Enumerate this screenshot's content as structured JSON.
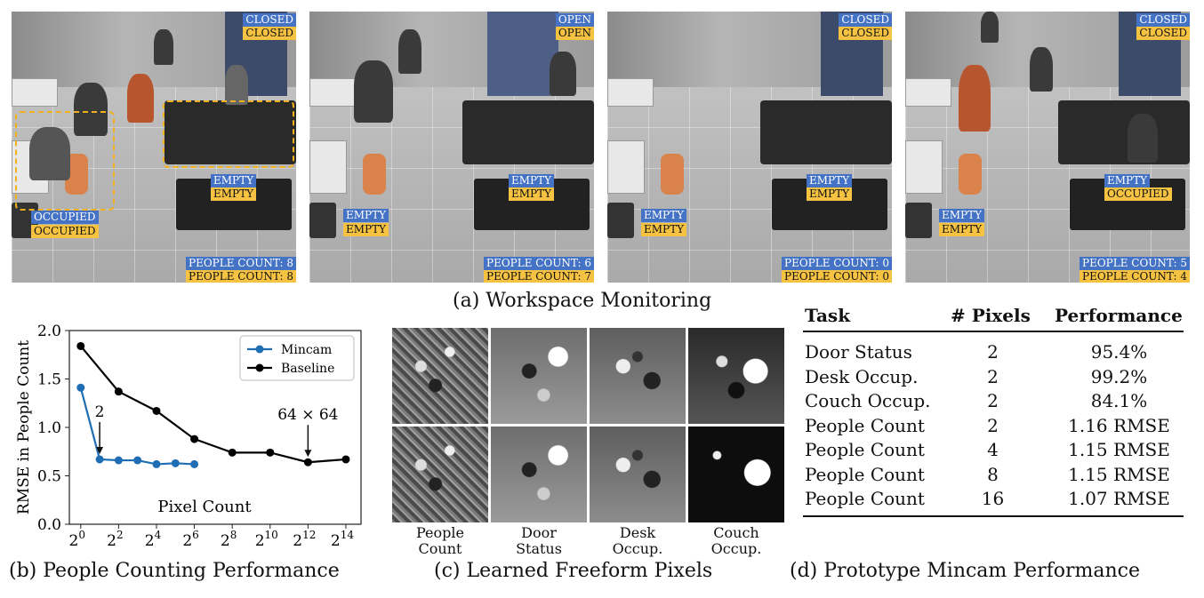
{
  "panels": [
    {
      "door": {
        "label_blue": "CLOSED",
        "label_yellow": "CLOSED"
      },
      "couch": {
        "label_blue": "EMPTY",
        "label_yellow": "EMPTY"
      },
      "desk": {
        "label_blue": "OCCUPIED",
        "label_yellow": "OCCUPIED"
      },
      "count": {
        "label_blue": "PEOPLE COUNT: 8",
        "label_yellow": "PEOPLE COUNT: 8"
      }
    },
    {
      "door": {
        "label_blue": "OPEN",
        "label_yellow": "OPEN"
      },
      "couch": {
        "label_blue": "EMPTY",
        "label_yellow": "EMPTY"
      },
      "desk": {
        "label_blue": "EMPTY",
        "label_yellow": "EMPTY"
      },
      "count": {
        "label_blue": "PEOPLE COUNT: 6",
        "label_yellow": "PEOPLE COUNT: 7"
      }
    },
    {
      "door": {
        "label_blue": "CLOSED",
        "label_yellow": "CLOSED"
      },
      "couch": {
        "label_blue": "EMPTY",
        "label_yellow": "EMPTY"
      },
      "desk": {
        "label_blue": "EMPTY",
        "label_yellow": "EMPTY"
      },
      "count": {
        "label_blue": "PEOPLE COUNT: 0",
        "label_yellow": "PEOPLE COUNT: 0"
      }
    },
    {
      "door": {
        "label_blue": "CLOSED",
        "label_yellow": "CLOSED"
      },
      "couch": {
        "label_blue": "EMPTY",
        "label_yellow": "OCCUPIED"
      },
      "desk": {
        "label_blue": "EMPTY",
        "label_yellow": "EMPTY"
      },
      "count": {
        "label_blue": "PEOPLE COUNT: 5",
        "label_yellow": "PEOPLE COUNT: 4"
      }
    }
  ],
  "captions": {
    "a": "(a) Workspace Monitoring",
    "b": "(b) People Counting Performance",
    "c": "(c) Learned Freeform Pixels",
    "d": "(d) Prototype Mincam Performance"
  },
  "thumb_labels": [
    [
      "People",
      "Count"
    ],
    [
      "Door",
      "Status"
    ],
    [
      "Desk",
      "Occup."
    ],
    [
      "Couch",
      "Occup."
    ]
  ],
  "table": {
    "headers": [
      "Task",
      "# Pixels",
      "Performance"
    ],
    "rows": [
      [
        "Door Status",
        "2",
        "95.4%"
      ],
      [
        "Desk Occup.",
        "2",
        "99.2%"
      ],
      [
        "Couch Occup.",
        "2",
        "84.1%"
      ],
      [
        "People Count",
        "2",
        "1.16 RMSE"
      ],
      [
        "People Count",
        "4",
        "1.15 RMSE"
      ],
      [
        "People Count",
        "8",
        "1.15 RMSE"
      ],
      [
        "People Count",
        "16",
        "1.07 RMSE"
      ]
    ]
  },
  "chart_data": {
    "type": "line",
    "title": "",
    "xlabel": "Pixel Count",
    "ylabel": "RMSE in People Count",
    "x_scale": "log2",
    "ylim": [
      0,
      2.0
    ],
    "yticks": [
      "0.0",
      "0.5",
      "1.0",
      "1.5",
      "2.0"
    ],
    "xticks": [
      0,
      2,
      4,
      6,
      8,
      10,
      12,
      14
    ],
    "legend_position": "top-right",
    "colors": {
      "Mincam": "#1f6db3",
      "Baseline": "#000000"
    },
    "series": [
      {
        "name": "Mincam",
        "x_exp": [
          0,
          1,
          2,
          3,
          4,
          5,
          6
        ],
        "values": [
          1.41,
          0.67,
          0.66,
          0.66,
          0.62,
          0.63,
          0.62
        ]
      },
      {
        "name": "Baseline",
        "x_exp": [
          0,
          2,
          4,
          6,
          8,
          10,
          12,
          14
        ],
        "values": [
          1.84,
          1.37,
          1.17,
          0.88,
          0.74,
          0.74,
          0.64,
          0.67
        ]
      }
    ],
    "annotations": [
      {
        "text": "2",
        "x_exp": 1,
        "y": 0.67
      },
      {
        "text": "64 × 64",
        "x_exp": 12,
        "y": 0.64
      }
    ]
  }
}
